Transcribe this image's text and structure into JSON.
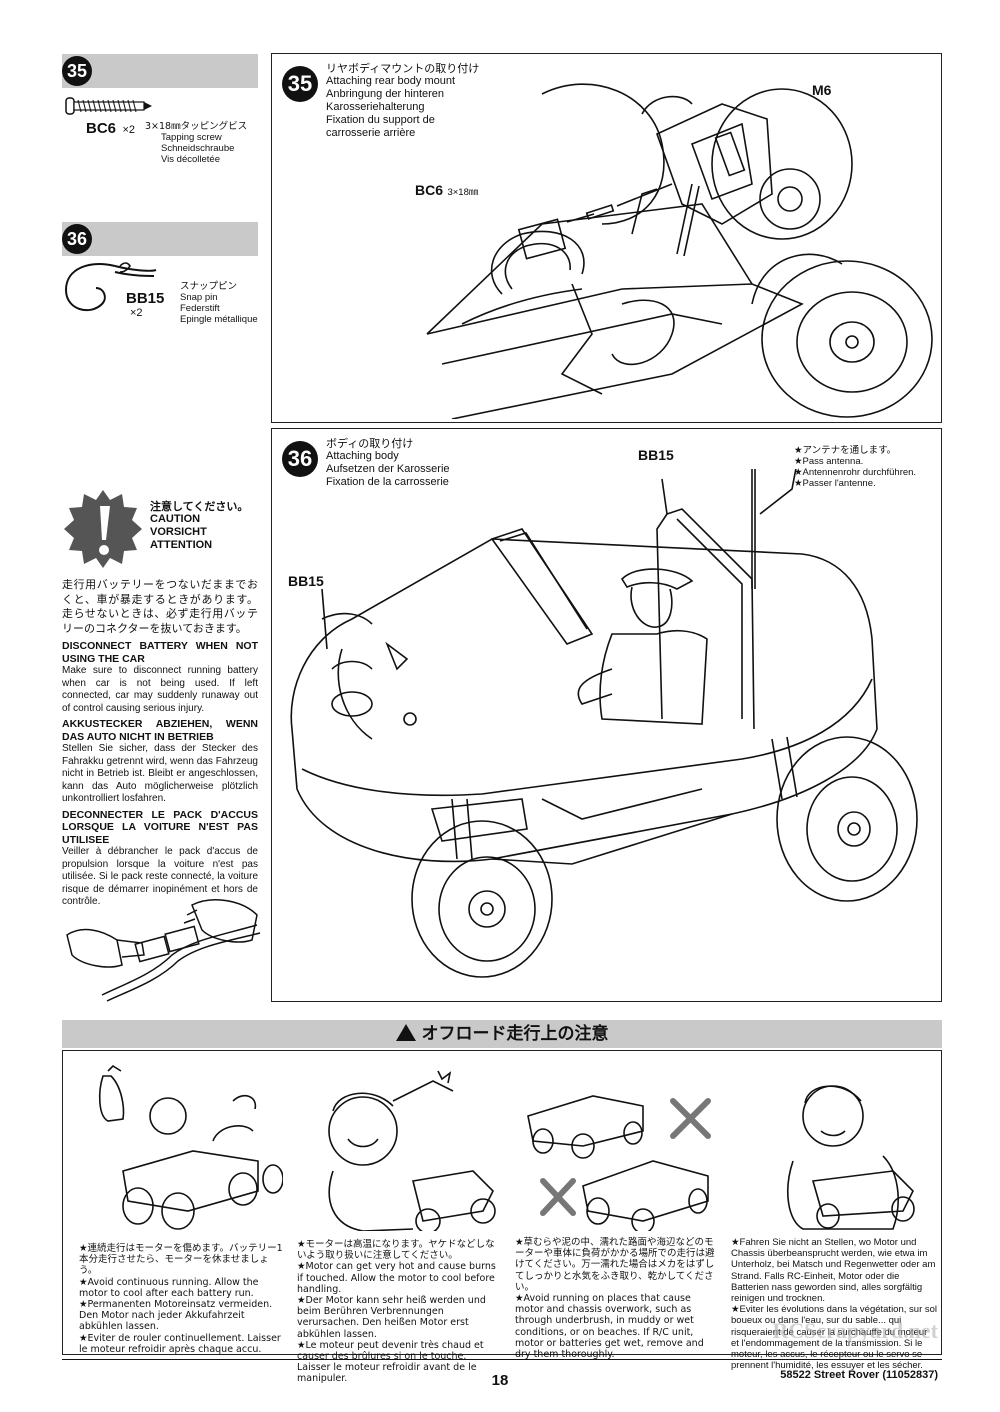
{
  "parts": {
    "p35": {
      "num": "35",
      "code": "BC6",
      "qty": "×2",
      "size": "3×18㎜タッピングビス",
      "en": "Tapping screw",
      "de": "Schneidschraube",
      "fr": "Vis décolletée"
    },
    "p36": {
      "num": "36",
      "code": "BB15",
      "qty": "×2",
      "jp": "スナップピン",
      "en": "Snap pin",
      "de": "Federstift",
      "fr": "Epingle métallique"
    }
  },
  "step35": {
    "num": "35",
    "jp": "リヤボディマウントの取り付け",
    "en": "Attaching rear body mount",
    "de1": "Anbringung der hinteren",
    "de2": "Karosseriehalterung",
    "fr1": "Fixation du support de",
    "fr2": "carrosserie arrière",
    "label_m6": "M6",
    "label_bc6": "BC6",
    "label_bc6_size": "3×18㎜"
  },
  "step36": {
    "num": "36",
    "jp": "ボディの取り付け",
    "en": "Attaching body",
    "de": "Aufsetzen der Karosserie",
    "fr": "Fixation de la carrosserie",
    "label_bb15_top": "BB15",
    "label_bb15_left": "BB15",
    "antenna_jp": "★アンテナを通します。",
    "antenna_en": "★Pass antenna.",
    "antenna_de": "★Antennenrohr durchführen.",
    "antenna_fr": "★Passer l'antenne."
  },
  "caution": {
    "jp": "注意してください。",
    "en": "CAUTION",
    "de": "VORSICHT",
    "fr": "ATTENTION",
    "body_jp": "走行用バッテリーをつないだままでおくと、車が暴走するときがあります。走らせないときは、必ず走行用バッテリーのコネクターを抜いておきます。",
    "h_en": "DISCONNECT BATTERY WHEN NOT USING THE CAR",
    "t_en": "Make sure to disconnect running battery when car is not being used. If left connected, car may suddenly runaway out of control causing serious injury.",
    "h_de": "AKKUSTECKER ABZIEHEN, WENN DAS AUTO NICHT IN BETRIEB",
    "t_de": "Stellen Sie sicher, dass der Stecker des Fahrakku getrennt wird, wenn das Fahrzeug nicht in Betrieb ist. Bleibt er angeschlossen, kann das Auto möglicherweise plötzlich unkontrolliert losfahren.",
    "h_fr": "DECONNECTER LE PACK D'ACCUS LORSQUE LA VOITURE N'EST PAS UTILISEE",
    "t_fr": "Veiller à débrancher le pack d'accus de propulsion lorsque la voiture n'est pas utilisée. Si le pack reste connecté, la voiture risque de démarrer inopinément et hors de contrôle."
  },
  "offroad": {
    "title": "オフロード走行上の注意",
    "col1": "★連続走行はモーターを傷めます。バッテリー1本分走行させたら、モーターを休ませましょう。\n★Avoid continuous running. Allow the motor to cool after each battery run.\n★Permanenten Motoreinsatz vermeiden. Den Motor nach jeder Akkufahrzeit abkühlen lassen.\n★Eviter de rouler continuellement. Laisser le moteur refroidir après chaque accu.",
    "col2": "★モーターは高温になります。ヤケドなどしないよう取り扱いに注意してください。\n★Motor can get very hot and cause burns if touched. Allow the motor to cool before handling.\n★Der Motor kann sehr heiß werden und beim Berühren Verbrennungen verursachen. Den heißen Motor erst abkühlen lassen.\n★Le moteur peut devenir très chaud et causer des brûlures si on le touche. Laisser le moteur refroidir avant de le manipuler.",
    "col3": "★草むらや泥の中、濡れた路面や海辺などのモーターや車体に負荷がかかる場所での走行は避けてください。万一濡れた場合はメカをはずしてしっかりと水気をふき取り、乾かしてください。\n★Avoid running on places that cause motor and chassis overwork, such as through underbrush, in muddy or wet conditions, or on beaches. If R/C unit, motor or batteries get wet, remove and dry them thoroughly.",
    "col4": "★Fahren Sie nicht an Stellen, wo Motor und Chassis überbeansprucht werden, wie etwa im Unterholz, bei Matsch und Regenwetter oder am Strand. Falls RC-Einheit, Motor oder die Batterien nass geworden sind, alles sorgfältig reinigen und trocknen.\n★Eviter les évolutions dans la végétation, sur sol boueux ou dans l'eau, sur du sable... qui risqueraient de causer la surchauffe du moteur et l'endommagement de la transmission. Si le moteur, les accus, le récepteur ou le servo se prennent l'humidité, les essuyer et les sécher."
  },
  "footer": {
    "page": "18",
    "model": "58522 Street Rover (11052837)",
    "watermark": "RCScrapyard.net"
  }
}
